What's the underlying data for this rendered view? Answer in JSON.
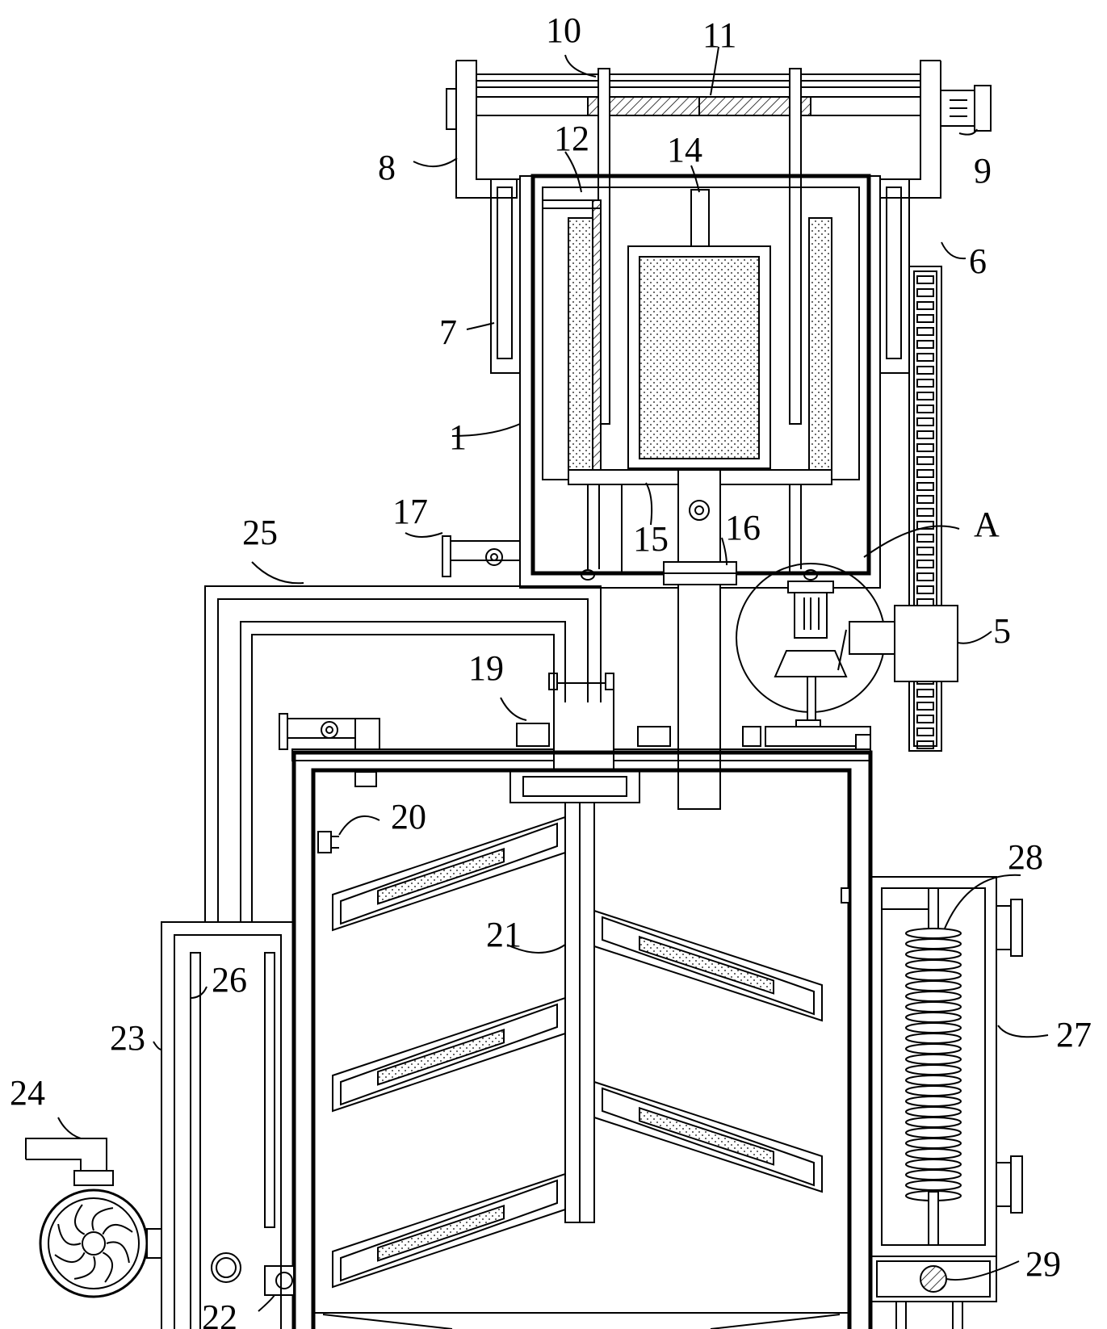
{
  "labels": {
    "l1": "1",
    "l5": "5",
    "l6": "6",
    "l7": "7",
    "l8": "8",
    "l9": "9",
    "l10": "10",
    "l11": "11",
    "l12": "12",
    "l14": "14",
    "l15": "15",
    "l16": "16",
    "l17": "17",
    "l19": "19",
    "l20": "20",
    "l21": "21",
    "l22": "22",
    "l23": "23",
    "l24": "24",
    "l25": "25",
    "l26": "26",
    "l27": "27",
    "l28": "28",
    "l29": "29",
    "lA": "A"
  }
}
